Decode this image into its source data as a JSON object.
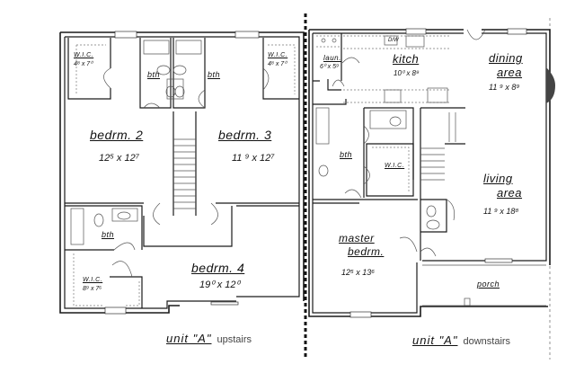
{
  "plan": {
    "upstairs": {
      "caption_unit": "unit  \"A\"",
      "caption_level": "upstairs",
      "rooms": [
        {
          "id": "wic-left",
          "label": "W.I.C.",
          "dim": "4⁸ x 7⁰"
        },
        {
          "id": "bth-left",
          "label": "bth"
        },
        {
          "id": "bth-right",
          "label": "bth"
        },
        {
          "id": "wic-right",
          "label": "W.I.C.",
          "dim": "4⁸ x 7⁰"
        },
        {
          "id": "bedrm2",
          "label": "bedrm. 2",
          "dim": "12⁵ x 12⁷"
        },
        {
          "id": "bedrm3",
          "label": "bedrm. 3",
          "dim": "11 ⁹ x 12⁷"
        },
        {
          "id": "bth-lower",
          "label": "bth"
        },
        {
          "id": "wic-lower",
          "label": "W.I.C.",
          "dim": "8⁹ x 7⁶"
        },
        {
          "id": "bedrm4",
          "label": "bedrm. 4",
          "dim": "19⁰ x 12⁰"
        }
      ]
    },
    "downstairs": {
      "caption_unit": "unit  \"A\"",
      "caption_level": "downstairs",
      "rooms": [
        {
          "id": "laun",
          "label": "laun.",
          "dim": "6⁰ x 5⁹"
        },
        {
          "id": "kitch",
          "label": "kitch",
          "dim": "10⁰ x 8⁹"
        },
        {
          "id": "dining",
          "label": "dining",
          "label2": "area",
          "dim": "11 ⁹ x 8⁹"
        },
        {
          "id": "bth",
          "label": "bth"
        },
        {
          "id": "wic",
          "label": "W.I.C."
        },
        {
          "id": "living",
          "label": "living",
          "label2": "area",
          "dim": "11 ⁹ x 18⁸"
        },
        {
          "id": "master",
          "label": "master",
          "label2": "bedrm.",
          "dim": "12⁵ x 13⁶"
        },
        {
          "id": "porch",
          "label": "porch"
        }
      ],
      "fixtures": {
        "dw": "D/W"
      }
    }
  }
}
